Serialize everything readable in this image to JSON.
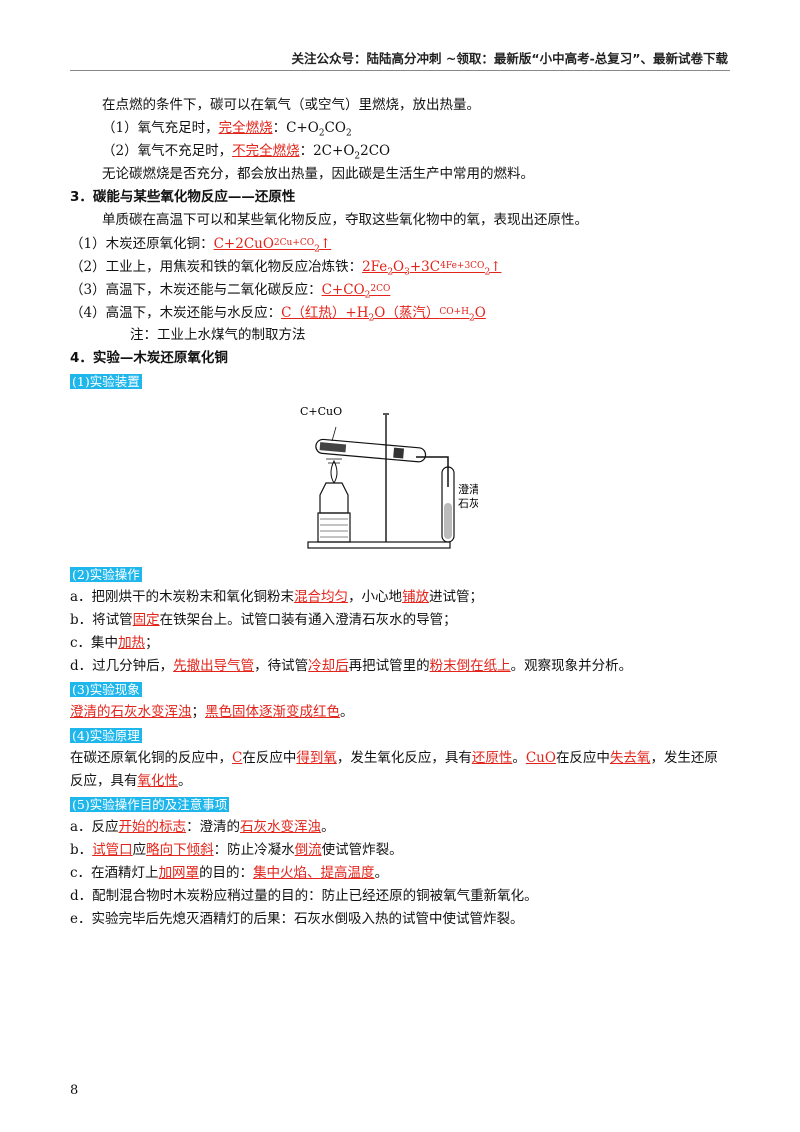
{
  "header": "关注公众号：陆陆高分冲刺 ~领取：最新版“小中高考-总复习”、最新试卷下载",
  "p_intro": "在点燃的条件下，碳可以在氧气（或空气）里燃烧，放出热量。",
  "burn1_pre": "（1）氧气充足时，",
  "burn1_red": "完全燃烧",
  "burn1_post": "：C+O",
  "burn1_s1": "2",
  "burn1_mid": "CO",
  "burn1_s2": "2",
  "burn2_pre": "（2）氧气不充足时，",
  "burn2_red": "不完全燃烧",
  "burn2_post": "：2C+O",
  "burn2_s1": "2",
  "burn2_end": "2CO",
  "p_conclude": "无论碳燃烧是否充分，都会放出热量，因此碳是生活生产中常用的燃料。",
  "sec3_title": "3．碳能与某些氧化物反应——还原性",
  "sec3_intro": "单质碳在高温下可以和某些氧化物反应，夺取这些氧化物中的氧，表现出还原性。",
  "r1_pre": "（1）木炭还原氧化铜：",
  "r1_eq": "C+2CuO",
  "r1_small": "2Cu+CO",
  "r1_s": "2",
  "r1_arrow": "↑",
  "r2_pre": "（2）工业上，用焦炭和铁的氧化物反应冶炼铁：",
  "r2_eq": "2Fe",
  "r2_s1": "2",
  "r2_mid": "O",
  "r2_s2": "3",
  "r2_eq2": "+3C",
  "r2_small": "4Fe+3CO",
  "r2_s3": "2",
  "r2_arrow": "↑",
  "r3_pre": "（3）高温下，木炭还能与二氧化碳反应：",
  "r3_eq": "C+CO",
  "r3_s": "2",
  "r3_small": "2CO",
  "r4_pre": "（4）高温下，木炭还能与水反应：",
  "r4_eq": "C（红热）+H",
  "r4_s": "2",
  "r4_eq2": "O（蒸汽）",
  "r4_small": "CO+H",
  "r4_s2": "2",
  "r4_note": "注：工业上水煤气的制取方法",
  "sec4_title": "4．实验—木炭还原氧化铜",
  "s1": "(1)实验装置",
  "fig_label1": "C+CuO",
  "fig_label2a": "澄清的",
  "fig_label2b": "石灰水",
  "s2": "(2)实验操作",
  "a1_pre": "a．把刚烘干的木炭粉末和氧化铜粉末",
  "a1_r1": "混合均匀",
  "a1_mid": "，小心地",
  "a1_r2": "铺放",
  "a1_post": "进试管；",
  "b1_pre": "b．将试管",
  "b1_r": "固定",
  "b1_post": "在铁架台上。试管口装有通入澄清石灰水的导管；",
  "c1_pre": "c．集中",
  "c1_r": "加热",
  "c1_post": "；",
  "d1_pre": "d．过几分钟后，",
  "d1_r1": "先撤出导气管",
  "d1_mid": "，待试管",
  "d1_r2": "冷却后",
  "d1_mid2": "再把试管里的",
  "d1_r3": "粉末倒在纸上",
  "d1_post": "。观察现象并分析。",
  "s3": "(3)实验现象",
  "ph_r1": "澄清的石灰水变浑浊",
  "ph_mid": "；",
  "ph_r2": "黑色固体逐渐变成红色",
  "ph_post": "。",
  "s4": "(4)实验原理",
  "pr_pre": "在碳还原氧化铜的反应中，",
  "pr_r1": "C",
  "pr_t1": "在反应中",
  "pr_r2": "得到氧",
  "pr_t2": "，发生氧化反应，具有",
  "pr_r3": "还原性",
  "pr_t3": "。",
  "pr_r4": "CuO",
  "pr_t4": "在反应中",
  "pr_r5": "失去氧",
  "pr_t5": "，发生还原反应，具有",
  "pr_r6": "氧化性",
  "pr_t6": "。",
  "s5": "(5)实验操作目的及注意事项",
  "a2_pre": "a．反应",
  "a2_r1": "开始的标志",
  "a2_mid": "：澄清的",
  "a2_r2": "石灰水变浑浊",
  "a2_post": "。",
  "b2_r1": "试管口",
  "b2_pre": "b．",
  "b2_mid": "应",
  "b2_r2": "略向下倾斜",
  "b2_mid2": "：防止冷凝水",
  "b2_r3": "倒流",
  "b2_post": "使试管炸裂。",
  "c2_pre": "c．在酒精灯上",
  "c2_r1": "加网罩",
  "c2_mid": "的目的：",
  "c2_r2": "集中火焰、提高温度",
  "c2_post": "。",
  "d2": "d．配制混合物时木炭粉应稍过量的目的：防止已经还原的铜被氧气重新氧化。",
  "e2": "e．实验完毕后先熄灭酒精灯的后果：石灰水倒吸入热的试管中使试管炸裂。",
  "page_number": "8"
}
